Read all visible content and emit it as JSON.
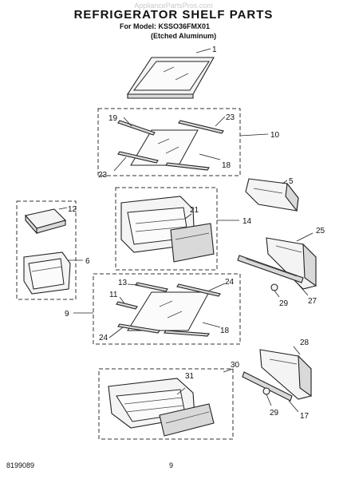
{
  "header": {
    "watermark": "AppliancePartsPros.com",
    "title": "REFRIGERATOR SHELF PARTS",
    "model_line": "For Model: KSSO36FMX01",
    "subtitle": "(Etched Aluminum)"
  },
  "callouts": {
    "c1": "1",
    "c19": "19",
    "c23a": "23",
    "c10": "10",
    "c23b": "23",
    "c18a": "18",
    "c5": "5",
    "c12": "12",
    "c21": "21",
    "c14": "14",
    "c25": "25",
    "c6": "6",
    "c13": "13",
    "c24a": "24",
    "c11": "11",
    "c9": "9",
    "c29a": "29",
    "c27": "27",
    "c24b": "24",
    "c18b": "18",
    "c28": "28",
    "c30": "30",
    "c31": "31",
    "c29b": "29",
    "c17": "17"
  },
  "footer": {
    "doc_number": "8199089",
    "page_number": "9"
  }
}
